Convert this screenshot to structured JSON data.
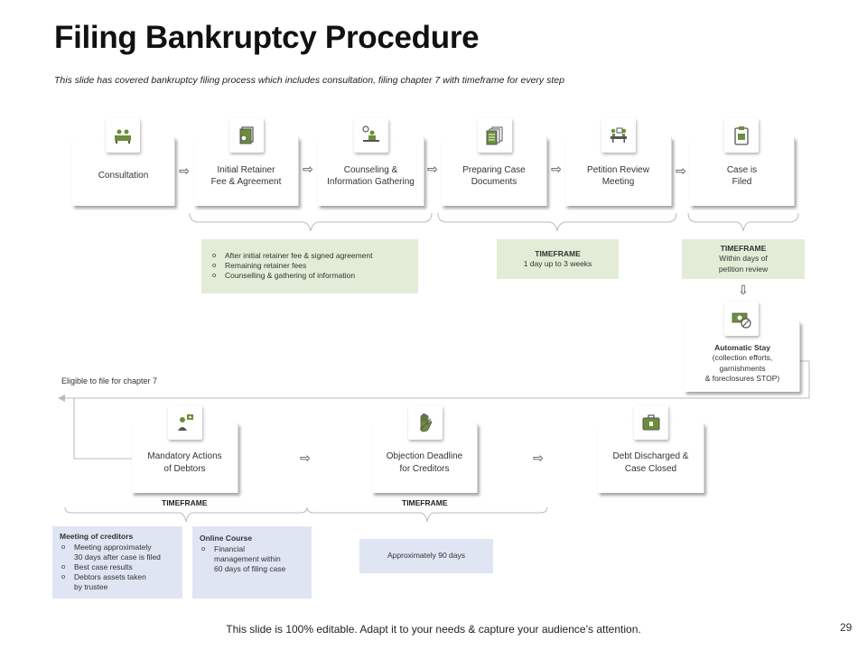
{
  "slide": {
    "title": "Filing Bankruptcy Procedure",
    "subtitle": "This slide has covered bankruptcy filing process which includes consultation, filing chapter 7 with timeframe for every step",
    "footer": "This slide is 100% editable. Adapt it to your needs & capture your audience’s attention.",
    "page_number": "29"
  },
  "colors": {
    "icon_green": "#6b8e3a",
    "green_box": "#e3ecd6",
    "blue_box": "#dfe5f2"
  },
  "top_steps": [
    {
      "label": "Consultation",
      "icon": "consultation-icon"
    },
    {
      "label": "Initial Retainer\nFee & Agreement",
      "icon": "agreement-icon"
    },
    {
      "label": "Counseling &\nInformation Gathering",
      "icon": "counseling-icon"
    },
    {
      "label": "Preparing Case\nDocuments",
      "icon": "documents-icon"
    },
    {
      "label": "Petition Review\nMeeting",
      "icon": "meeting-icon"
    },
    {
      "label": "Case is\nFiled",
      "icon": "clipboard-icon"
    }
  ],
  "retainer_notes": [
    "After initial retainer fee & signed agreement",
    "Remaining retainer fees",
    "Counselling & gathering of information"
  ],
  "timeframe_documents": {
    "heading": "TIMEFRAME",
    "text": "1 day  up to 3 weeks"
  },
  "timeframe_filed": {
    "heading": "TIMEFRAME",
    "text": "Within days of\npetition review"
  },
  "automatic_stay": {
    "heading": "Automatic  Stay",
    "text": "(collection efforts,\ngarnishments\n& foreclosures STOP)",
    "icon": "money-stop-icon"
  },
  "eligible_label": "Eligible  to file for chapter 7",
  "bottom_steps": [
    {
      "label": "Mandatory Actions\nof Debtors",
      "icon": "debtor-icon"
    },
    {
      "label": "Objection Deadline\nfor Creditors",
      "icon": "hand-stop-icon"
    },
    {
      "label": "Debt Discharged &\nCase Closed",
      "icon": "briefcase-icon"
    }
  ],
  "timeframe_labels": [
    "TIMEFRAME",
    "TIMEFRAME"
  ],
  "meeting_creditors": {
    "heading": "Meeting of creditors",
    "items": [
      "Meeting approximately\n30 days after case is filed",
      "Best case results",
      "Debtors assets taken\nby trustee"
    ]
  },
  "online_course": {
    "heading": "Online Course",
    "items": [
      "Financial\nmanagement within\n60 days of filing case"
    ]
  },
  "approx_days": "Approximately 90 days"
}
